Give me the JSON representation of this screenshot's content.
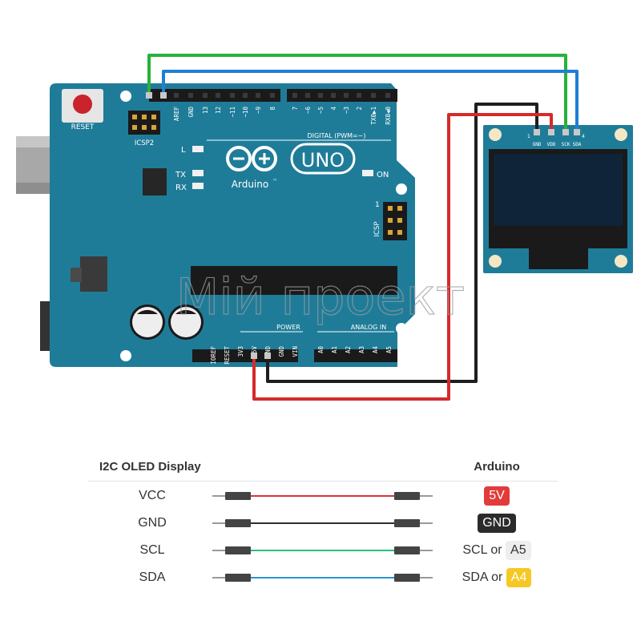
{
  "board": {
    "reset_label": "RESET",
    "icsp2_label": "ICSP2",
    "icsp_label": "ICSP",
    "icsp_pin1": "1",
    "led_l": "L",
    "led_tx": "TX",
    "led_rx": "RX",
    "on_label": "ON",
    "logo_text": "Arduino",
    "tm": "™",
    "uno_label": "UNO",
    "digital_label": "DIGITAL (PWM=~)",
    "power_label": "POWER",
    "analog_label": "ANALOG IN",
    "digital_pins": [
      "AREF",
      "GND",
      "13",
      "12",
      "~11",
      "~10",
      "~9",
      "8",
      "7",
      "~6",
      "~5",
      "4",
      "~3",
      "2",
      "TX0▶1",
      "RX0◀0"
    ],
    "power_pins": [
      "IOREF",
      "RESET",
      "3V3",
      "5V",
      "GND",
      "GND",
      "VIN"
    ],
    "analog_pins": [
      "A0",
      "A1",
      "A2",
      "A3",
      "A4",
      "A5"
    ]
  },
  "oled": {
    "pins": [
      "GND",
      "VDD",
      "SCK",
      "SDA"
    ],
    "pin_left_num": "1",
    "pin_right_num": "4"
  },
  "watermark": "Мій проект",
  "legend": {
    "header_left": "I2C OLED Display",
    "header_right": "Arduino",
    "rows": [
      {
        "name": "VCC",
        "wire_color": "#d9343a",
        "target": "5V",
        "prefix": "",
        "badge_bg": "#e23b3b",
        "badge_fg": "#ffffff"
      },
      {
        "name": "GND",
        "wire_color": "#2e2e2e",
        "target": "GND",
        "prefix": "",
        "badge_bg": "#2b2b2b",
        "badge_fg": "#ffffff"
      },
      {
        "name": "SCL",
        "wire_color": "#27c07a",
        "target": "A5",
        "prefix": "SCL or",
        "badge_bg": "#eeeeee",
        "badge_fg": "#333333"
      },
      {
        "name": "SDA",
        "wire_color": "#2c93d8",
        "target": "A4",
        "prefix": "SDA or",
        "badge_bg": "#f7c724",
        "badge_fg": "#ffffff"
      }
    ]
  }
}
